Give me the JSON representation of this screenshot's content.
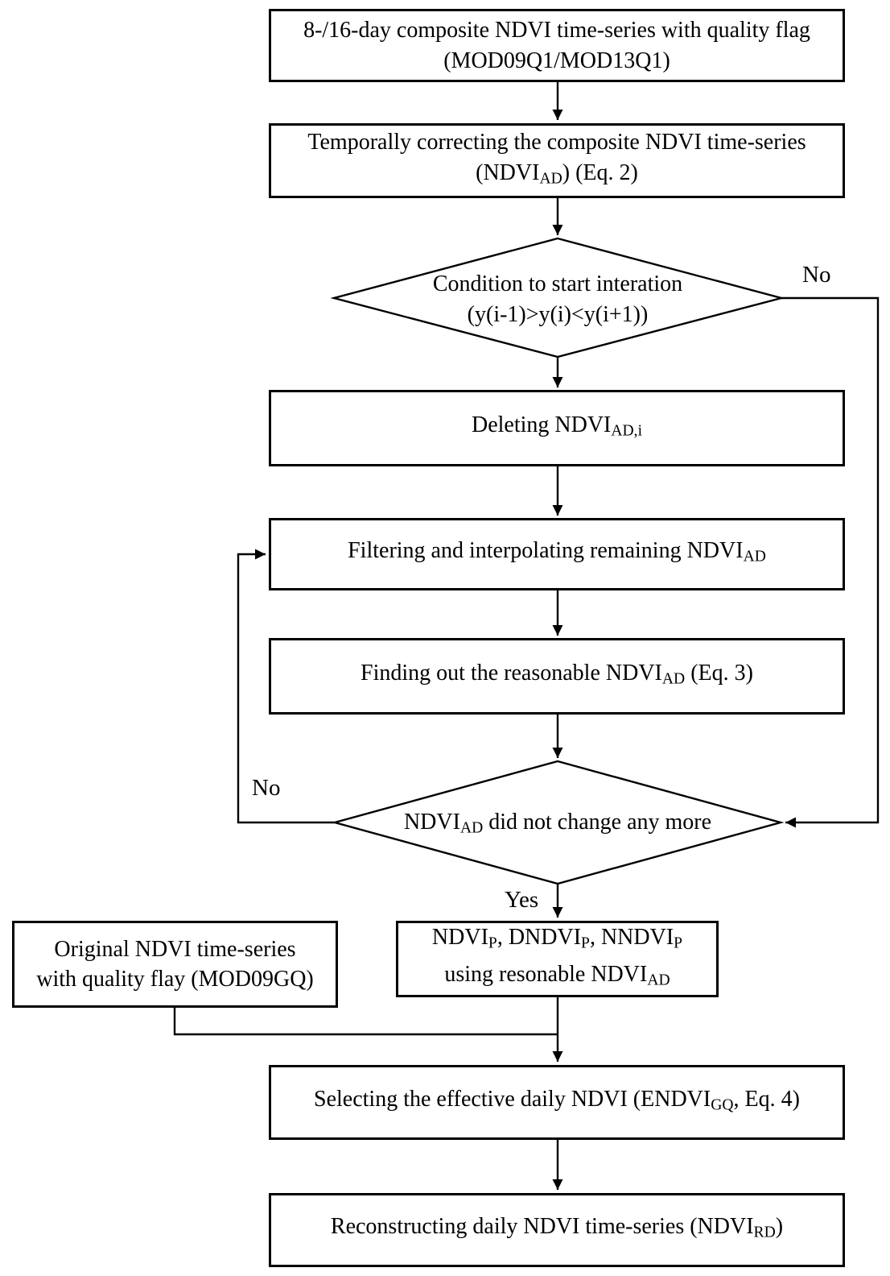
{
  "flowchart": {
    "background_color": "#ffffff",
    "line_color": "#000000",
    "text_color": "#000000",
    "nodes": {
      "composite_input": {
        "line1": "8-/16-day composite NDVI time-series with quality flag",
        "line2": "(MOD09Q1/MOD13Q1)"
      },
      "temporal_correction": {
        "line1": "Temporally correcting the composite NDVI time-series",
        "line2_pre": "(NDVI",
        "line2_sub": "AD",
        "line2_post": ") (Eq. 2)"
      },
      "decision_start_condition": {
        "line1": "Condition to start interation",
        "line2": "(y(i-1)>y(i)<y(i+1))"
      },
      "deleting": {
        "pre": "Deleting NDVI",
        "sub": "AD,i"
      },
      "filtering": {
        "pre": "Filtering and interpolating remaining NDVI",
        "sub": "AD"
      },
      "finding": {
        "pre": "Finding out the reasonable NDVI",
        "sub": "AD",
        "post": " (Eq. 3)"
      },
      "decision_no_change": {
        "pre": "NDVI",
        "sub": "AD",
        "post": " did not change any more"
      },
      "original_input": {
        "line1": "Original NDVI time-series",
        "line2": "with quality flay (MOD09GQ)"
      },
      "products": {
        "seg1": "NDVI",
        "sub1": "P",
        "seg2": ", DNDVI",
        "sub2": "P",
        "seg3": ", NNDVI",
        "sub3": "P",
        "line2_pre": "using resonable NDVI",
        "line2_sub": "AD"
      },
      "selecting": {
        "pre": "Selecting the effective daily NDVI (ENDVI",
        "sub": "GQ",
        "post": ", Eq. 4)"
      },
      "reconstructing": {
        "pre": "Reconstructing daily NDVI time-series (NDVI",
        "sub": "RD",
        "post": ")"
      }
    },
    "edge_labels": {
      "decision1_no": "No",
      "decision2_no": "No",
      "decision2_yes": "Yes"
    }
  }
}
